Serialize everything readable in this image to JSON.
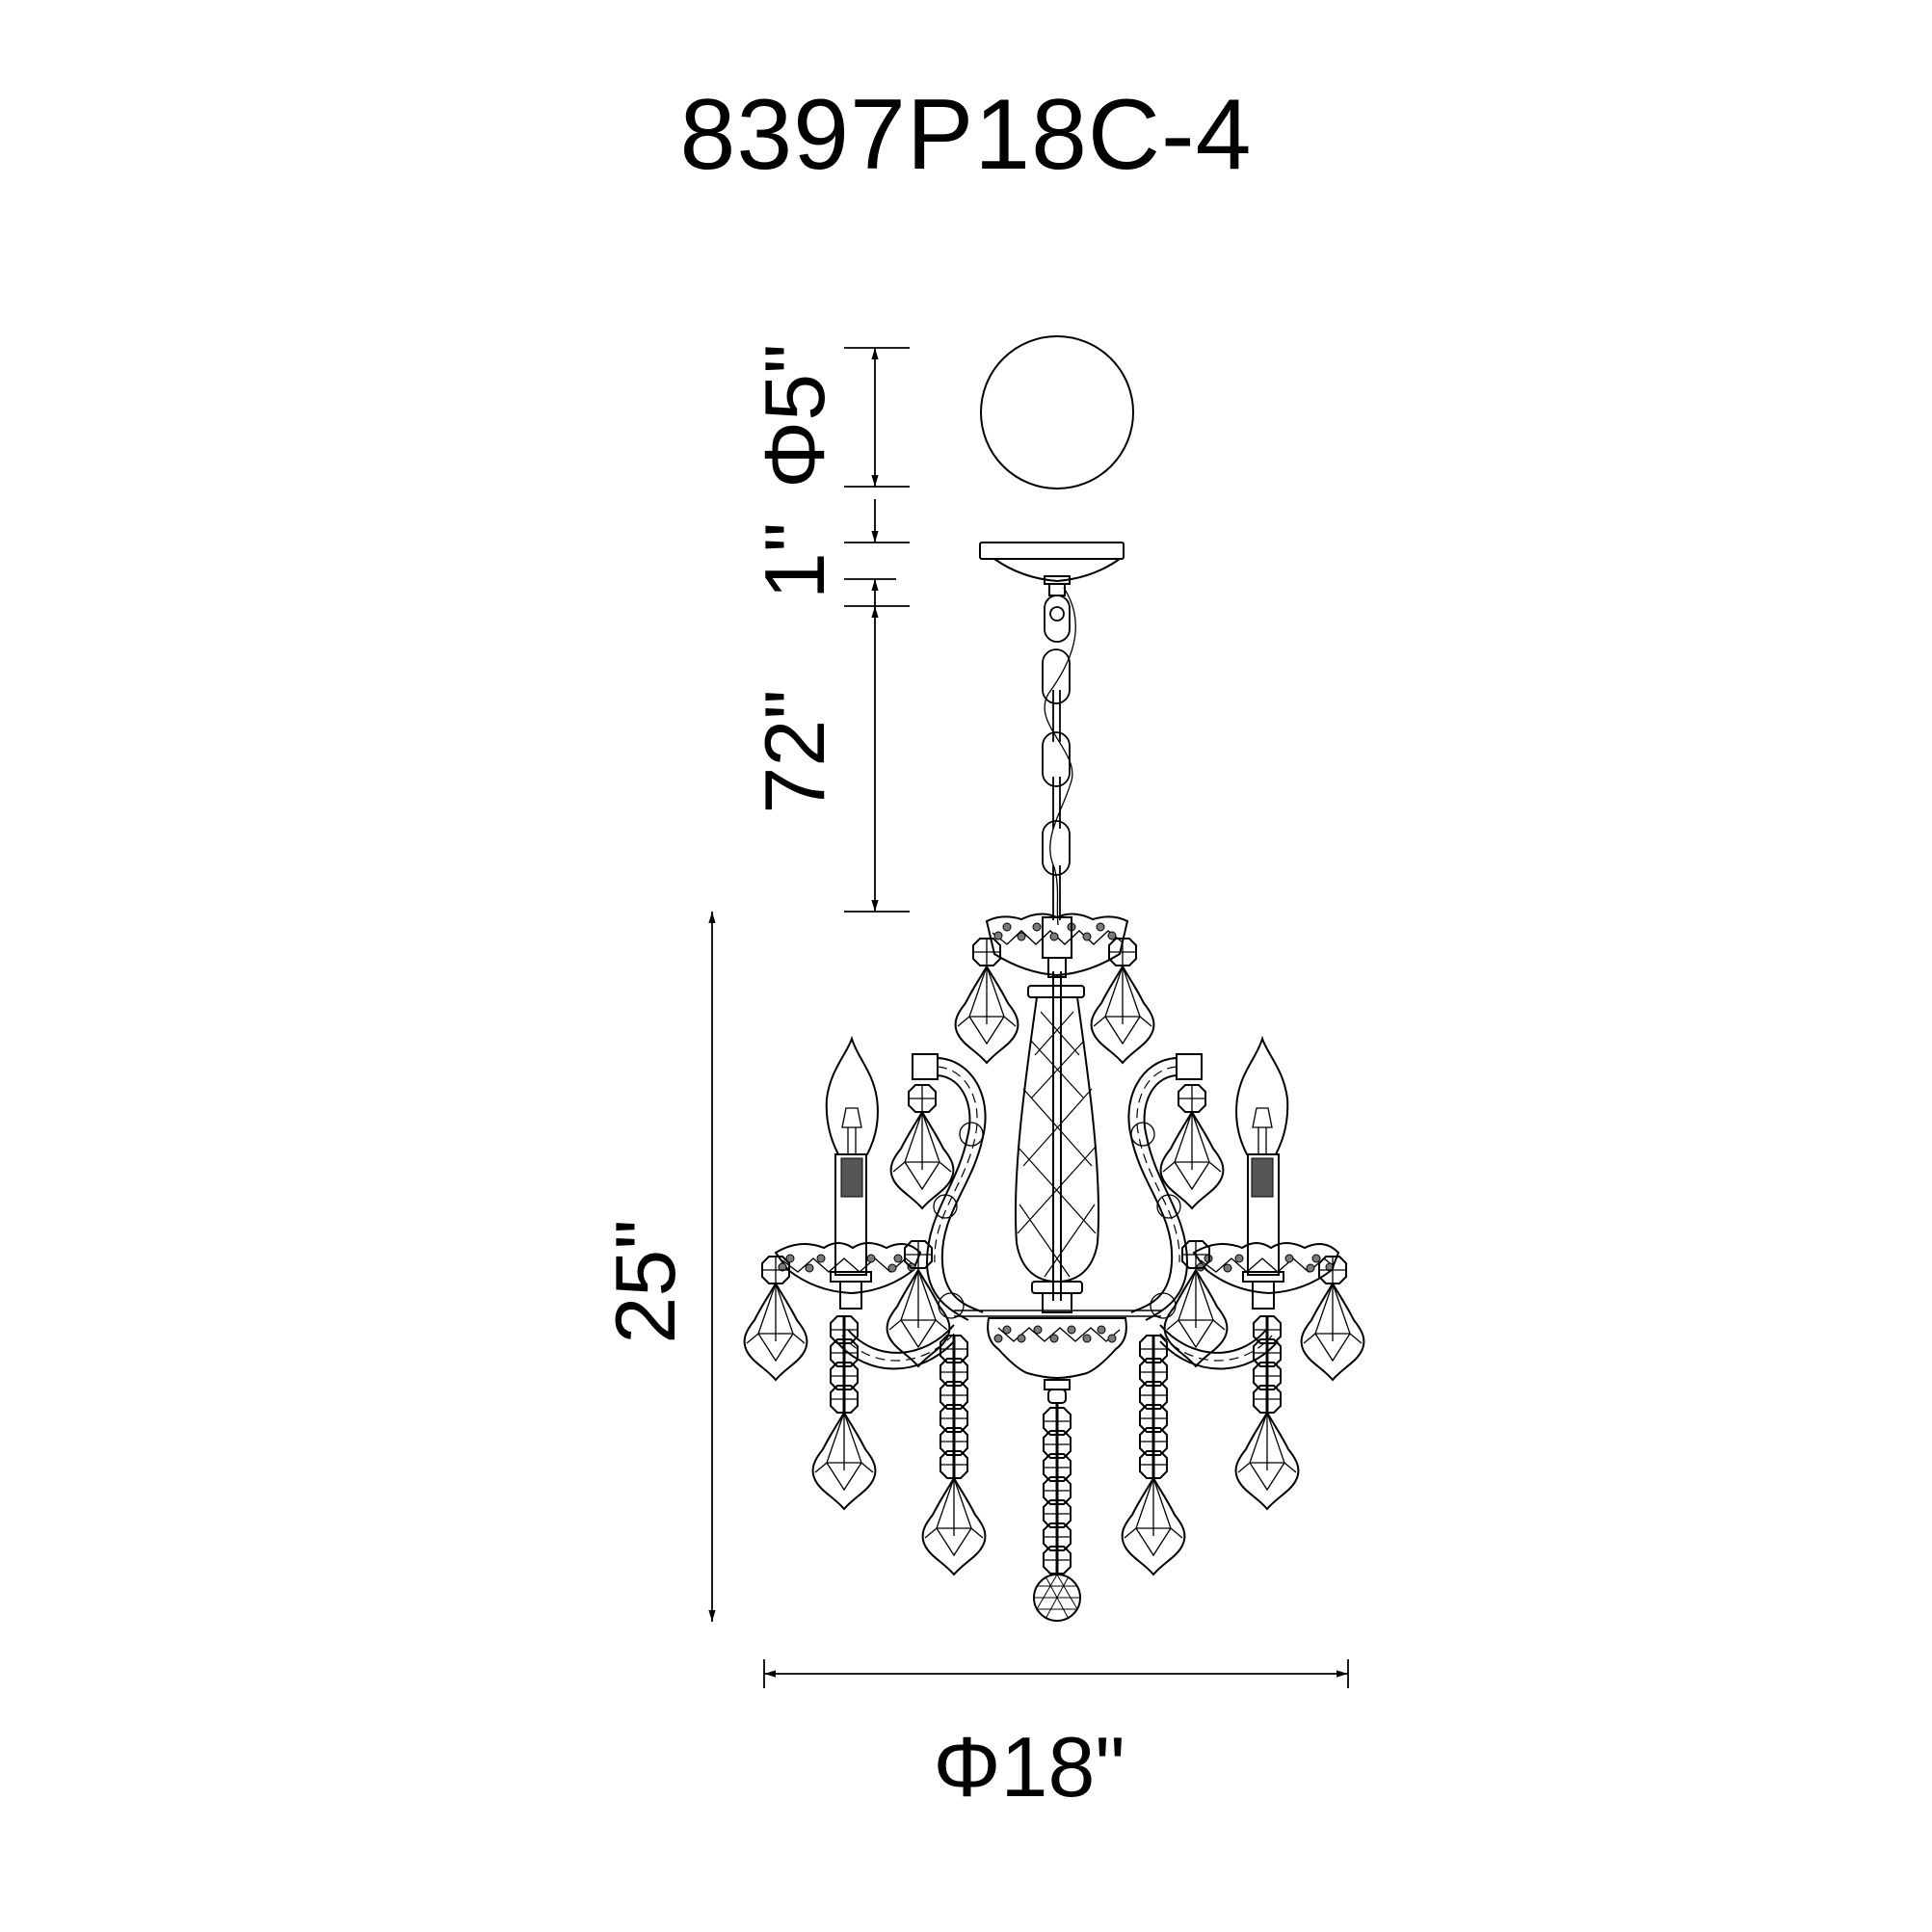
{
  "drawing": {
    "model_number": "8397P18C-4",
    "dimensions": {
      "canopy_diameter": "Φ5\"",
      "canopy_height": "1\"",
      "chain_length": "72\"",
      "fixture_height": "25\"",
      "fixture_diameter": "Φ18\""
    },
    "line_color": "#000000",
    "bead_fill": "#7a7a7a",
    "background": "#ffffff"
  }
}
